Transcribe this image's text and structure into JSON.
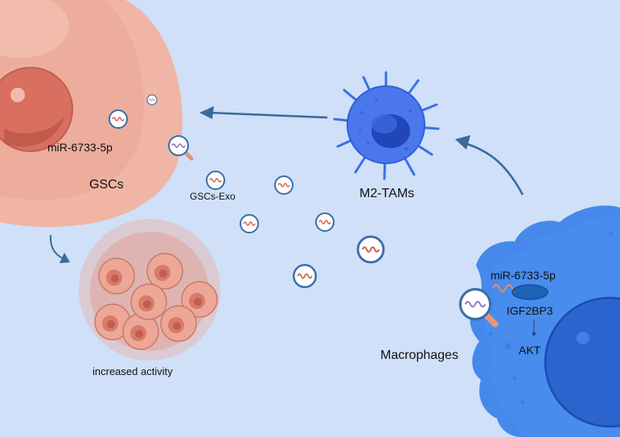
{
  "labels": {
    "mirna_top": "miR-6733-5p",
    "gscs": "GSCs",
    "gscs_exo": "GSCs-Exo",
    "m2_tams": "M2-TAMs",
    "increased_activity": "increased activity",
    "mirna_macrophage": "miR-6733-5p",
    "igf2bp3": "IGF2BP3",
    "akt": "AKT",
    "macrophages": "Macrophages"
  },
  "colors": {
    "background": "#cfe0f8",
    "gsc_cell": "#eeb3a3",
    "gsc_nucleus": "#cf6b5c",
    "tumor_cluster": "#e89a8a",
    "m2_tam": "#3d6ee8",
    "macrophage": "#4488ee",
    "macrophage_nucleus": "#1f56c8",
    "igf2bp3": "#1e63b8",
    "arrow": "#3a6a98"
  },
  "icons": {
    "exosome": "wavy-rna-vesicle-icon",
    "magnifier": "magnifier-icon"
  }
}
